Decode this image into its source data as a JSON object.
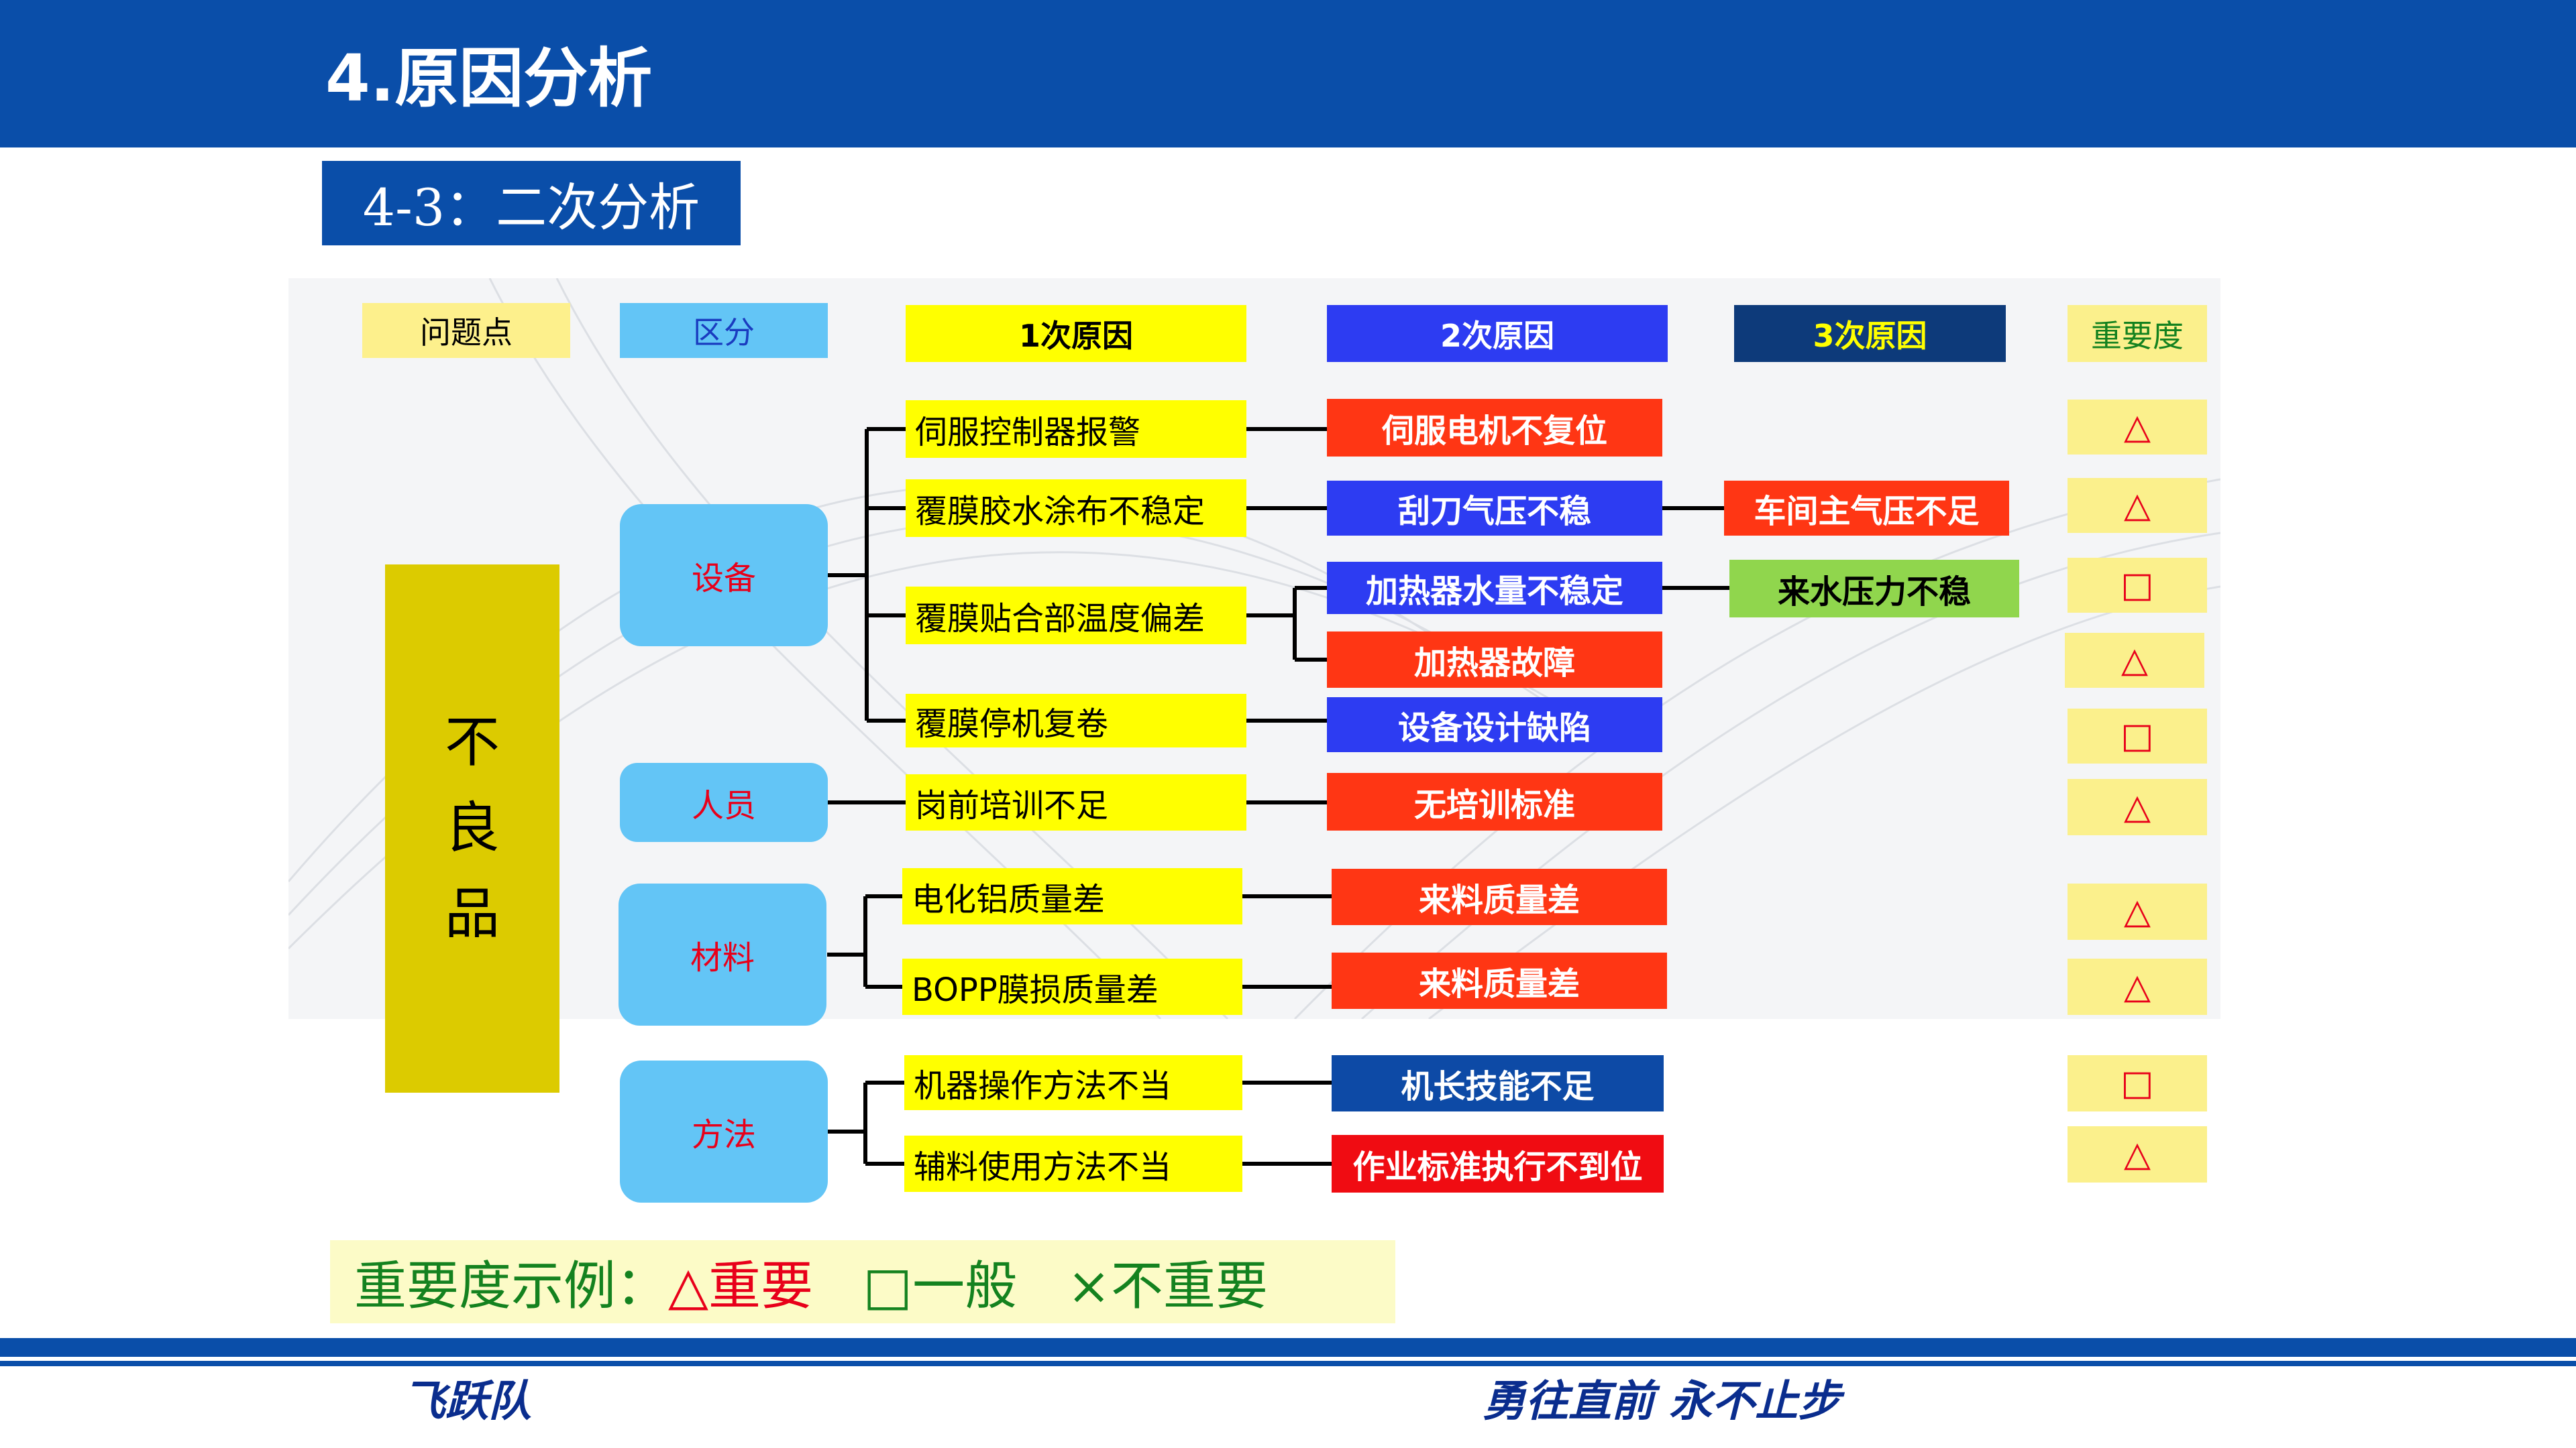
{
  "page": {
    "title": "4.原因分析",
    "subtitle": "4-3：二次分析",
    "footer_left": "飞跃队",
    "footer_right": "勇往直前 永不止步"
  },
  "headers": {
    "problem": "问题点",
    "category": "区分",
    "cause1": "1次原因",
    "cause2": "2次原因",
    "cause3": "3次原因",
    "importance": "重要度"
  },
  "problem": "不\n良\n品",
  "categories": [
    "设备",
    "人员",
    "材料",
    "方法"
  ],
  "cause1": [
    "伺服控制器报警",
    "覆膜胶水涂布不稳定",
    "覆膜贴合部温度偏差",
    "覆膜停机复卷",
    "岗前培训不足",
    "电化铝质量差",
    "BOPP膜损质量差",
    "机器操作方法不当",
    "辅料使用方法不当"
  ],
  "cause2": [
    "伺服电机不复位",
    "刮刀气压不稳",
    "加热器水量不稳定",
    "加热器故障",
    "设备设计缺陷",
    "无培训标准",
    "来料质量差",
    "来料质量差",
    "机长技能不足",
    "作业标准执行不到位"
  ],
  "cause3": [
    "车间主气压不足",
    "来水压力不稳"
  ],
  "importance": [
    "△",
    "△",
    "□",
    "△",
    "□",
    "△",
    "△",
    "△",
    "□",
    "△"
  ],
  "legend": {
    "label": "重要度示例：",
    "important": "△重要",
    "normal": "□一般",
    "unimportant": "×不重要"
  },
  "colors": {
    "banner": "#0a4ea9",
    "category_fill": "#63c5f6",
    "cause1_fill": "#ffff00",
    "cause_red": "#ff3614",
    "cause_blue": "#2d3cf2",
    "cause_navy": "#0d4aa6",
    "cause_green": "#90d64d",
    "importance_fill": "#fbf08c",
    "problem_fill": "#dccb00"
  }
}
